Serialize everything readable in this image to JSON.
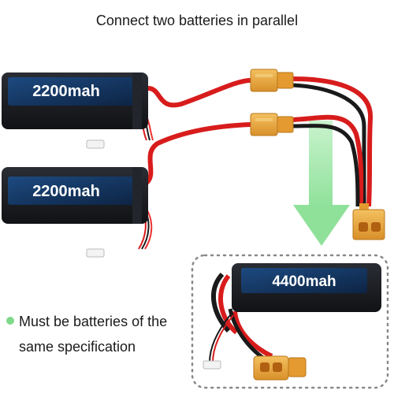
{
  "title": "Connect two batteries in parallel",
  "batteries": [
    {
      "label": "2200mah"
    },
    {
      "label": "2200mah"
    }
  ],
  "combined": {
    "label": "4400mah"
  },
  "note": {
    "line1": "Must be batteries of the",
    "line2": "same specification"
  },
  "colors": {
    "battery_body": "#1b1d22",
    "battery_label_bg": "#14365f",
    "wire_red": "#d81c1c",
    "wire_black": "#1a1a1a",
    "connector": "#e8a63a",
    "arrow": "#9fe6a6",
    "note_dot": "#7fd98a"
  }
}
